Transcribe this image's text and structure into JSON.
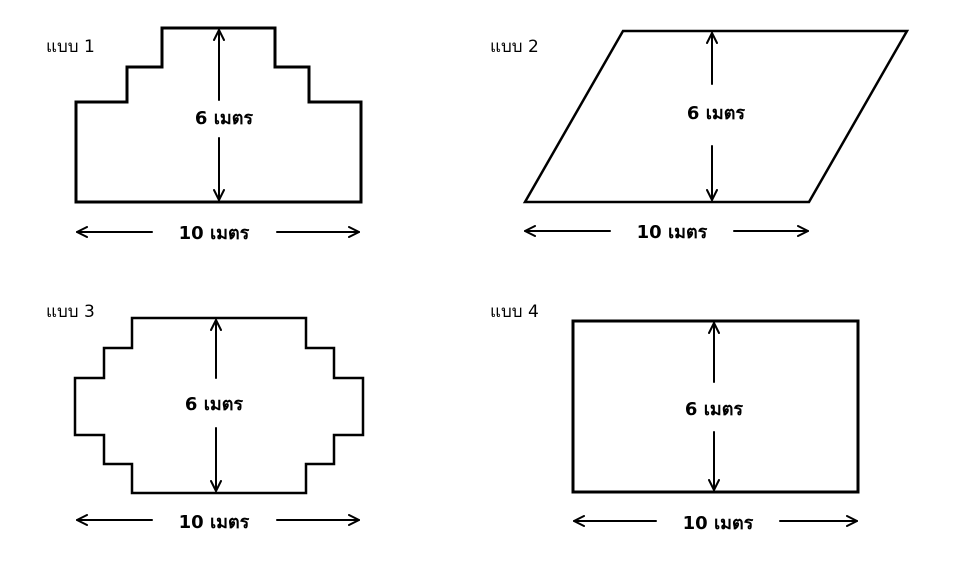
{
  "figures": [
    {
      "plan_label": "แบบ 1",
      "height_label": "6 เมตร",
      "width_label": "10 เมตร"
    },
    {
      "plan_label": "แบบ 2",
      "height_label": "6 เมตร",
      "width_label": "10 เมตร"
    },
    {
      "plan_label": "แบบ 3",
      "height_label": "6 เมตร",
      "width_label": "10 เมตร"
    },
    {
      "plan_label": "แบบ 4",
      "height_label": "6 เมตร",
      "width_label": "10 เมตร"
    }
  ]
}
